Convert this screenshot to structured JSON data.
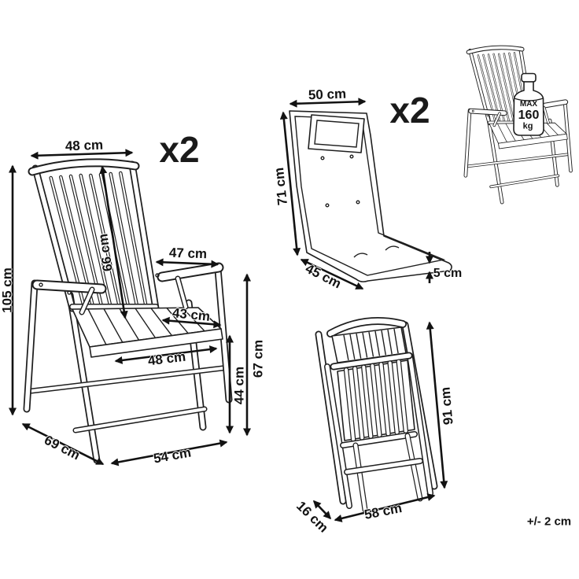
{
  "page": {
    "background": "#ffffff",
    "line_color": "#1f1f1f",
    "text_color": "#121212",
    "tolerance_note": "+/- 2 cm"
  },
  "front_chair": {
    "quantity": "x2",
    "dims": {
      "backrest_top_width": "48 cm",
      "total_height": "105 cm",
      "backrest_height": "66 cm",
      "armrest_length": "47 cm",
      "seat_depth": "43 cm",
      "seat_width": "48 cm",
      "seat_height": "44 cm",
      "armrest_height": "67 cm",
      "total_depth": "69 cm",
      "base_width": "54 cm"
    }
  },
  "cushion": {
    "quantity": "x2",
    "dims": {
      "width": "50 cm",
      "backrest_height": "71 cm",
      "seat_depth": "45 cm",
      "thickness": "5 cm"
    }
  },
  "max_load": {
    "prefix": "MAX",
    "value": "160",
    "unit": "kg"
  },
  "folded_chair": {
    "dims": {
      "height": "91 cm",
      "depth": "16 cm",
      "width": "58 cm"
    }
  }
}
